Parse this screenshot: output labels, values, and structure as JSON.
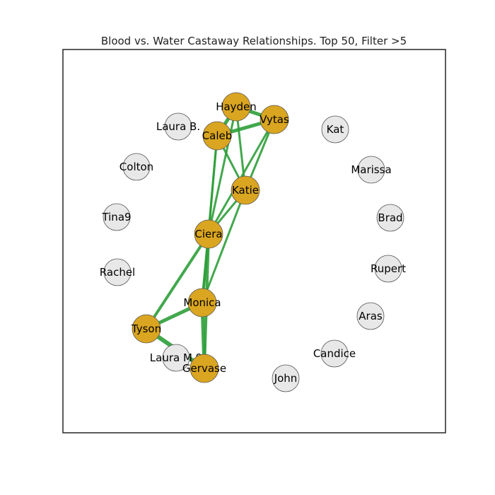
{
  "title": "Blood vs. Water Castaway Relationships. Top 50, Filter >5",
  "colors": {
    "highlight_node": "#DAA520",
    "plain_node": "#E8E8E8",
    "edge": "#2E9E3A",
    "node_stroke": "#555555",
    "frame": "#333333"
  },
  "nodes": [
    {
      "id": "hayden",
      "label": "Hayden",
      "highlight": true
    },
    {
      "id": "vytas",
      "label": "Vytas",
      "highlight": true
    },
    {
      "id": "caleb",
      "label": "Caleb",
      "highlight": true
    },
    {
      "id": "katie",
      "label": "Katie",
      "highlight": true
    },
    {
      "id": "ciera",
      "label": "Ciera",
      "highlight": true
    },
    {
      "id": "monica",
      "label": "Monica",
      "highlight": true
    },
    {
      "id": "tyson",
      "label": "Tyson",
      "highlight": true
    },
    {
      "id": "gervase",
      "label": "Gervase",
      "highlight": true
    },
    {
      "id": "laura_b",
      "label": "Laura B.",
      "highlight": false
    },
    {
      "id": "kat",
      "label": "Kat",
      "highlight": false
    },
    {
      "id": "colton",
      "label": "Colton",
      "highlight": false
    },
    {
      "id": "marissa",
      "label": "Marissa",
      "highlight": false
    },
    {
      "id": "tina",
      "label": "Tina9",
      "highlight": false
    },
    {
      "id": "brad",
      "label": "Brad",
      "highlight": false
    },
    {
      "id": "rachel",
      "label": "Rachel",
      "highlight": false
    },
    {
      "id": "rupert",
      "label": "Rupert",
      "highlight": false
    },
    {
      "id": "aras",
      "label": "Aras",
      "highlight": false
    },
    {
      "id": "laura_m",
      "label": "Laura M.9",
      "highlight": false
    },
    {
      "id": "candice",
      "label": "Candice",
      "highlight": false
    },
    {
      "id": "john",
      "label": "John",
      "highlight": false
    }
  ],
  "edges": [
    {
      "source": "hayden",
      "target": "vytas",
      "weight": 5
    },
    {
      "source": "hayden",
      "target": "caleb",
      "weight": 5
    },
    {
      "source": "caleb",
      "target": "vytas",
      "weight": 5
    },
    {
      "source": "hayden",
      "target": "katie",
      "weight": 3
    },
    {
      "source": "hayden",
      "target": "ciera",
      "weight": 3
    },
    {
      "source": "caleb",
      "target": "katie",
      "weight": 3
    },
    {
      "source": "caleb",
      "target": "ciera",
      "weight": 3
    },
    {
      "source": "caleb",
      "target": "monica",
      "weight": 3
    },
    {
      "source": "vytas",
      "target": "katie",
      "weight": 3
    },
    {
      "source": "vytas",
      "target": "ciera",
      "weight": 3
    },
    {
      "source": "katie",
      "target": "ciera",
      "weight": 3
    },
    {
      "source": "katie",
      "target": "monica",
      "weight": 3
    },
    {
      "source": "ciera",
      "target": "monica",
      "weight": 4
    },
    {
      "source": "ciera",
      "target": "tyson",
      "weight": 4
    },
    {
      "source": "ciera",
      "target": "gervase",
      "weight": 4
    },
    {
      "source": "monica",
      "target": "tyson",
      "weight": 5
    },
    {
      "source": "monica",
      "target": "gervase",
      "weight": 5
    },
    {
      "source": "tyson",
      "target": "gervase",
      "weight": 6
    }
  ]
}
